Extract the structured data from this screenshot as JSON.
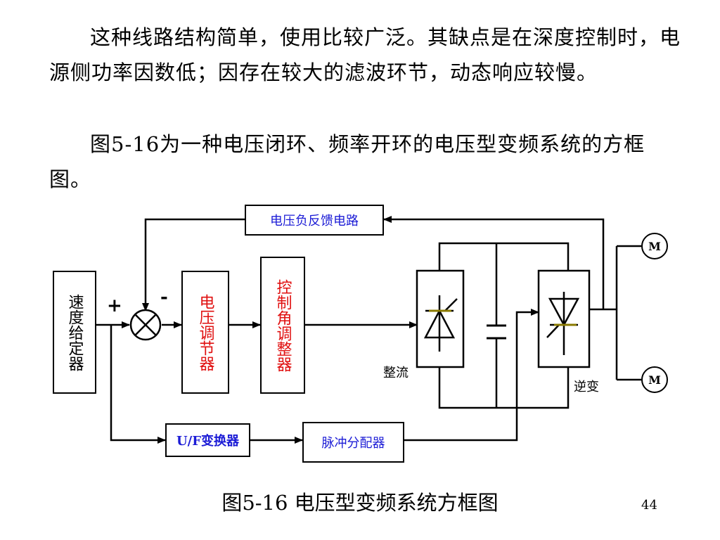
{
  "paragraphs": {
    "p1": "这种线路结构简单，使用比较广泛。其缺点是在深度控制时，电源侧功率因数低；因存在较大的滤波环节，动态响应较慢。",
    "p2": "图5-16为一种电压闭环、频率开环的电压型变频系统的方框图。"
  },
  "diagram": {
    "feedback_block": "电压负反馈电路",
    "speed_setter": "速度给定器",
    "voltage_regulator": "电压调节器",
    "control_angle_adjuster": "控制角调整器",
    "uf_converter": "U/F变换器",
    "pulse_distributor": "脉冲分配器",
    "rectifier_label": "整流",
    "inverter_label": "逆变",
    "plus_sign": "+",
    "minus_sign": "-",
    "motor_top": "M",
    "motor_bottom": "M"
  },
  "caption": "图5-16 电压型变频系统方框图",
  "page_number": "44",
  "colors": {
    "block_text_blue": "#1c1cd6",
    "block_text_red": "#e01010",
    "thyristor_gate": "#8a7a00"
  }
}
